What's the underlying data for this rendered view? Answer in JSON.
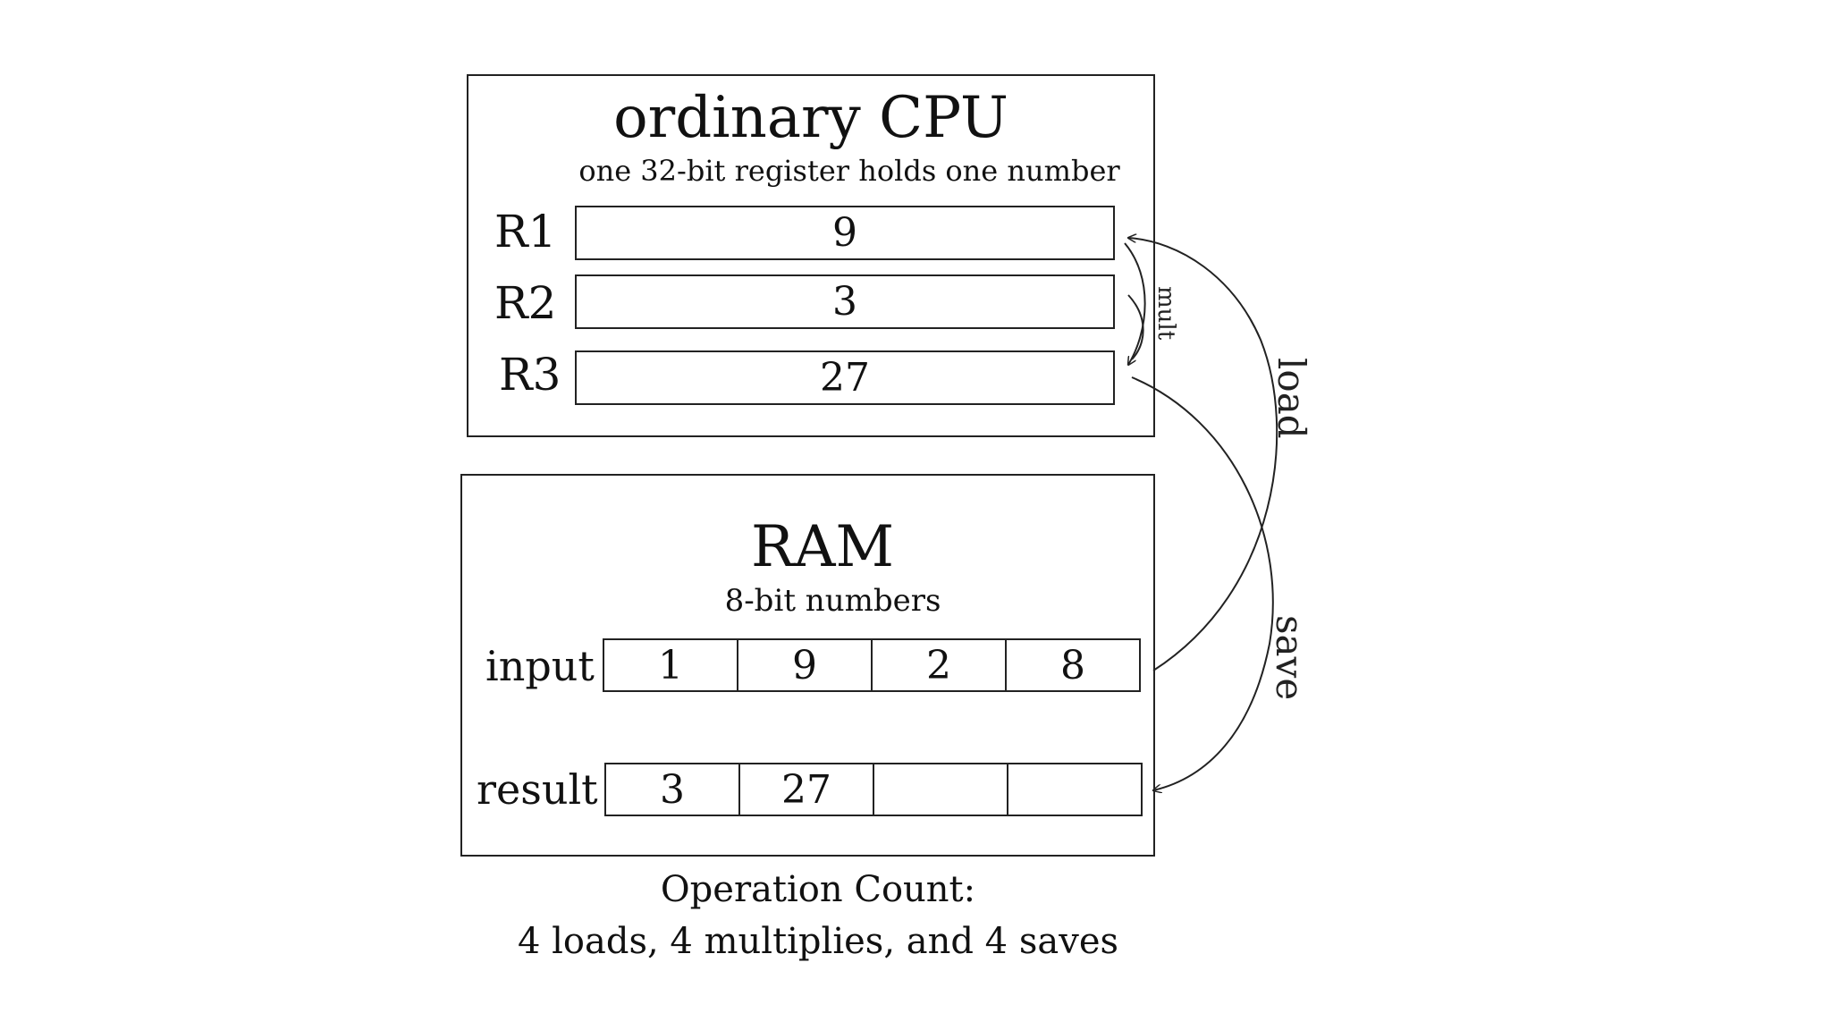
{
  "cpu": {
    "title": "ordinary CPU",
    "subtitle": "one 32-bit register holds one number",
    "registers": [
      {
        "label": "R1",
        "value": "9"
      },
      {
        "label": "R2",
        "value": "3"
      },
      {
        "label": "R3",
        "value": "27"
      }
    ],
    "mult_label": "mult"
  },
  "ram": {
    "title": "RAM",
    "subtitle": "8-bit numbers",
    "input_label": "input",
    "input_cells": [
      "1",
      "9",
      "2",
      "8"
    ],
    "result_label": "result",
    "result_cells": [
      "3",
      "27",
      "",
      ""
    ]
  },
  "arrows": {
    "load_label": "load",
    "save_label": "save"
  },
  "footer": {
    "line1": "Operation Count:",
    "line2": "4 loads, 4 multiplies, and 4 saves"
  }
}
